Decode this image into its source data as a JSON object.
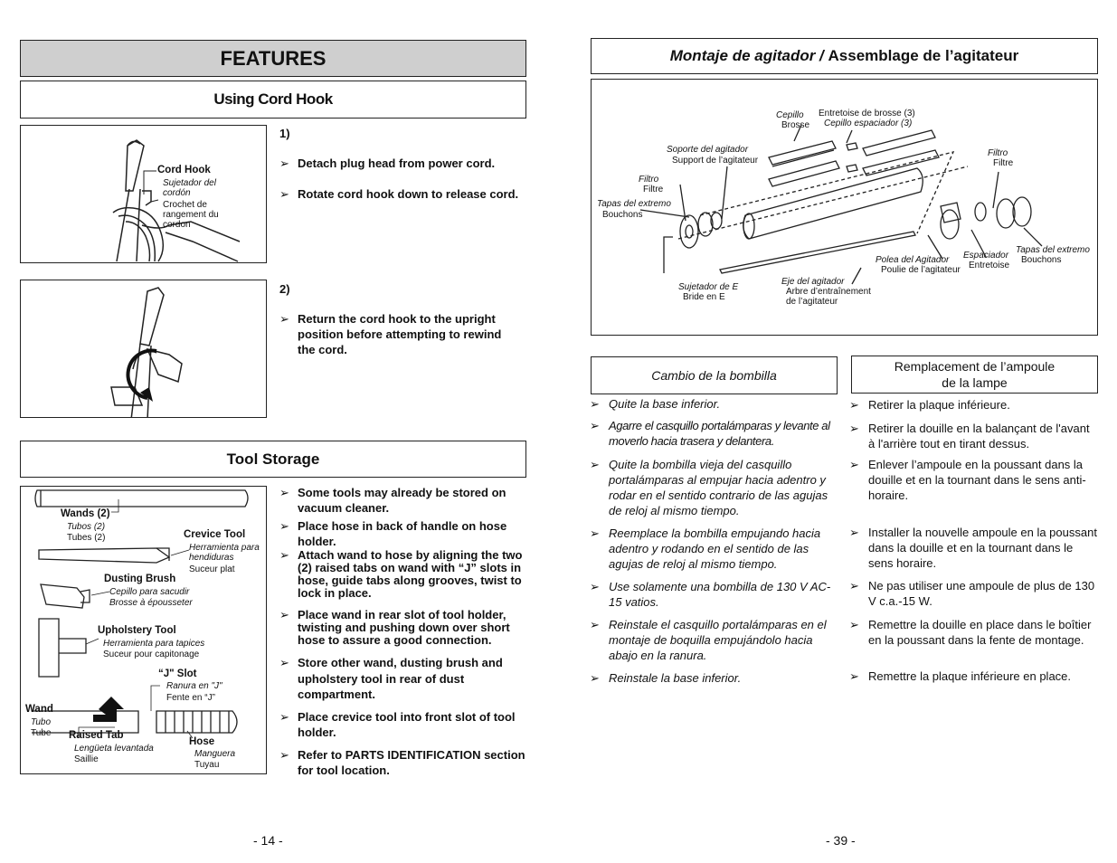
{
  "left_page": {
    "title": "FEATURES",
    "cord_hook": {
      "heading": "Using Cord Hook",
      "step1": {
        "number": "1)",
        "bullets": [
          "Detach plug head from power cord.",
          "Rotate cord hook down to release cord."
        ],
        "label_en": "Cord Hook",
        "label_es": "Sujetador del cordón",
        "label_fr": "Crochet de rangement du cordon"
      },
      "step2": {
        "number": "2)",
        "bullets": [
          "Return the cord hook to the upright position before attempting to rewind the cord."
        ]
      }
    },
    "tool_storage": {
      "heading": "Tool Storage",
      "labels": {
        "wands_en": "Wands (2)",
        "wands_es": "Tubos (2)",
        "wands_fr": "Tubes (2)",
        "crevice_en": "Crevice Tool",
        "crevice_es": "Herramienta para hendiduras",
        "crevice_fr": "Suceur plat",
        "dusting_en": "Dusting Brush",
        "dusting_es": "Cepillo para sacudir",
        "dusting_fr": "Brosse à épousseter",
        "upholstery_en": "Upholstery Tool",
        "upholstery_es": "Herramienta para tapices",
        "upholstery_fr": "Suceur pour capitonage",
        "jslot_en": "“J\" Slot",
        "jslot_es": "Ranura en \"J\"",
        "jslot_fr": "Fente en “J”",
        "wand_en": "Wand",
        "wand_es": "Tubo",
        "wand_fr": "Tube",
        "raised_en": "Raised Tab",
        "raised_es": "Lengüeta levantada",
        "raised_fr": "Saillie",
        "hose_en": "Hose",
        "hose_es": "Manguera",
        "hose_fr": "Tuyau"
      },
      "bullets": [
        "Some tools may already be stored on vacuum cleaner.",
        "Place hose in back of handle on hose holder.",
        "Attach wand to hose by aligning the two (2) raised tabs on wand with “J” slots in hose, guide tabs along grooves, twist to lock in place.",
        "Place wand in rear slot of tool holder, twisting and pushing down over short hose to assure a good connection.",
        "Store other wand, dusting brush and upholstery tool in rear of dust compartment.",
        "Place crevice tool into front slot of tool holder.",
        "Refer to PARTS IDENTIFICATION section for tool location."
      ]
    },
    "page_number": "- 14 -"
  },
  "right_page": {
    "title_es": "Montaje de agitador /",
    "title_fr": "Assemblage de l’agitateur",
    "diagram": {
      "cepillo": "Cepillo",
      "brosse": "Brosse",
      "entretoise": "Entretoise de brosse (3)",
      "cepillo_esp": "Cepillo espaciador (3)",
      "soporte": "Soporte del agitador",
      "support": "Support de l’agitateur",
      "filtro_l": "Filtro",
      "filtre_l": "Filtre",
      "filtro_r": "Filtro",
      "filtre_r": "Filtre",
      "tapas_l": "Tapas del extremo",
      "bouchons_l": "Bouchons",
      "tapas_r": "Tapas del extremo",
      "bouchons_r": "Bouchons",
      "polea": "Polea del Agitador",
      "poulie": "Poulie de l’agitateur",
      "espaciador": "Espaciador",
      "entretoise2": "Entretoise",
      "sujetador": "Sujetador de E",
      "bride": "Bride en E",
      "eje": "Eje del agitador",
      "arbre": "Arbre d’entraînement",
      "arbre2": "de l’agitateur"
    },
    "spanish": {
      "heading": "Cambio de la bombilla",
      "bullets": [
        "Quite la base inferior.",
        "Agarre el casquillo portalámparas y levante al moverlo hacia trasera y delantera.",
        "Quite la bombilla vieja del casquillo portalámparas al empujar hacia adentro y rodar en el sentido contrario de las agujas de reloj al mismo tiempo.",
        "Reemplace la bombilla empujando hacia adentro y rodando en el sentido de las agujas de reloj al mismo tiempo.",
        "Use solamente una bombilla de 130 V AC-15 vatios.",
        "Reinstale el casquillo portalámparas en el montaje de boquilla empujándolo hacia abajo en la ranura.",
        "Reinstale la base inferior."
      ]
    },
    "french": {
      "heading_l1": "Remplacement de l’ampoule",
      "heading_l2": "de la lampe",
      "bullets": [
        "Retirer la plaque inférieure.",
        "Retirer la douille en la balançant de l'avant à l'arrière tout en tirant dessus.",
        "Enlever l’ampoule en la poussant dans la douille et en la tournant dans le sens anti-horaire.",
        "Installer la nouvelle ampoule en la poussant dans la douille et en la tournant dans le sens horaire.",
        "Ne pas utiliser une ampoule de plus de 130 V c.a.-15 W.",
        "Remettre la douille en place dans le boîtier en la poussant dans la fente de montage.",
        "Remettre la plaque inférieure en place."
      ]
    },
    "page_number": "- 39 -"
  },
  "bullet_glyph": "➢"
}
